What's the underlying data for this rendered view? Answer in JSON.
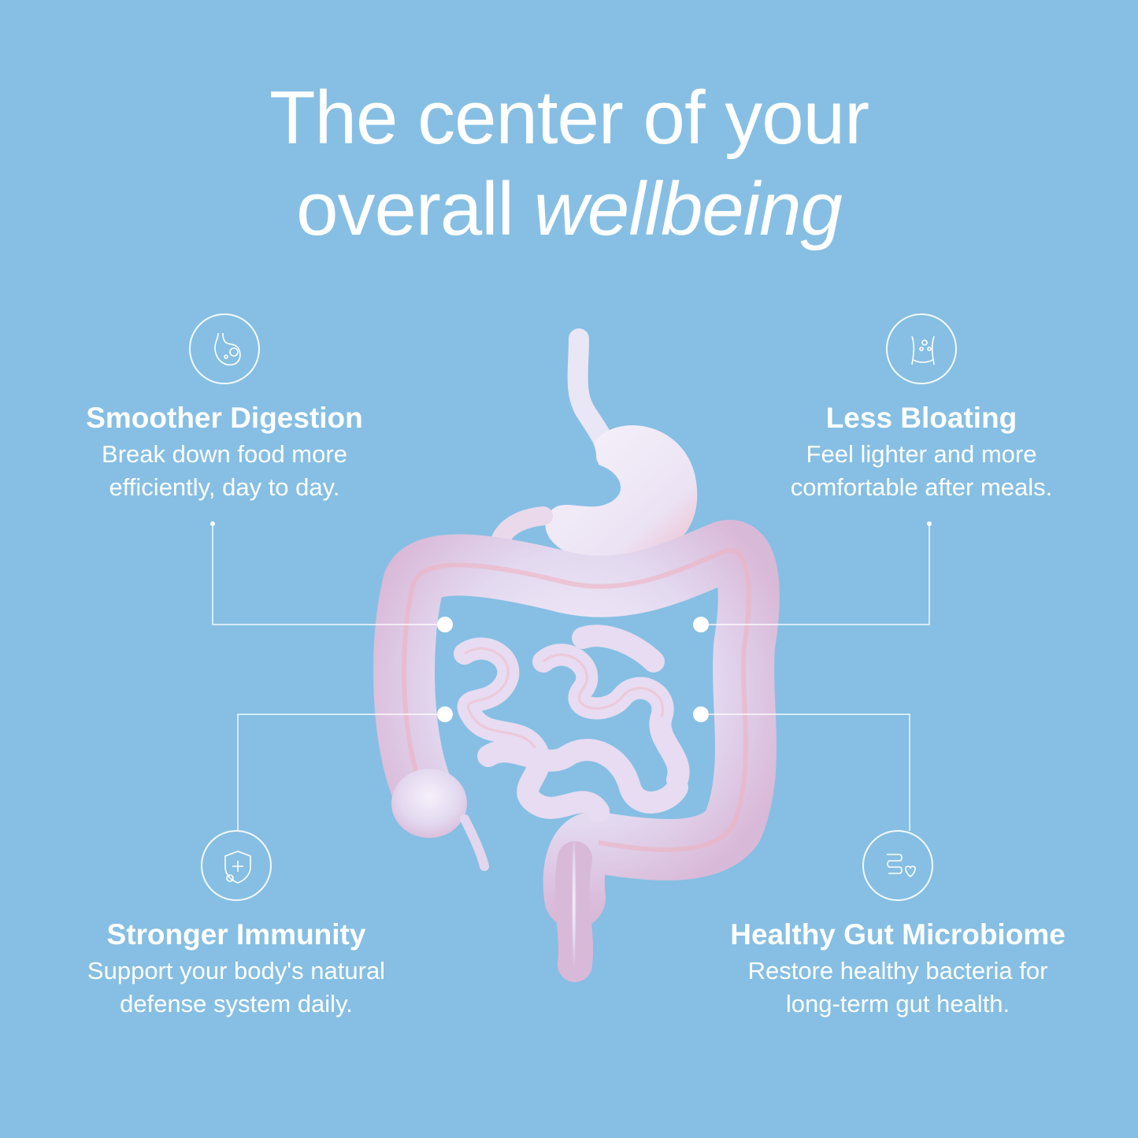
{
  "headline": {
    "line1": "The center of your",
    "line2_prefix": "overall",
    "line2_emphasis": "wellbeing"
  },
  "features": {
    "digestion": {
      "icon": "stomach-icon",
      "title": "Smoother Digestion",
      "text_line1": "Break down food more",
      "text_line2": "efficiently, day to day."
    },
    "bloating": {
      "icon": "belly-icon",
      "title": "Less Bloating",
      "text_line1": "Feel lighter and more",
      "text_line2": "comfortable after meals."
    },
    "immunity": {
      "icon": "shield-icon",
      "title": "Stronger Immunity",
      "text_line1": "Support your body's natural",
      "text_line2": "defense system daily."
    },
    "microbiome": {
      "icon": "intestine-heart-icon",
      "title": "Healthy Gut Microbiome",
      "text_line1": "Restore healthy bacteria for",
      "text_line2": "long-term gut health."
    }
  },
  "colors": {
    "background": "#86bfe3",
    "text": "#ffffff",
    "organ": "#e6dff2"
  }
}
